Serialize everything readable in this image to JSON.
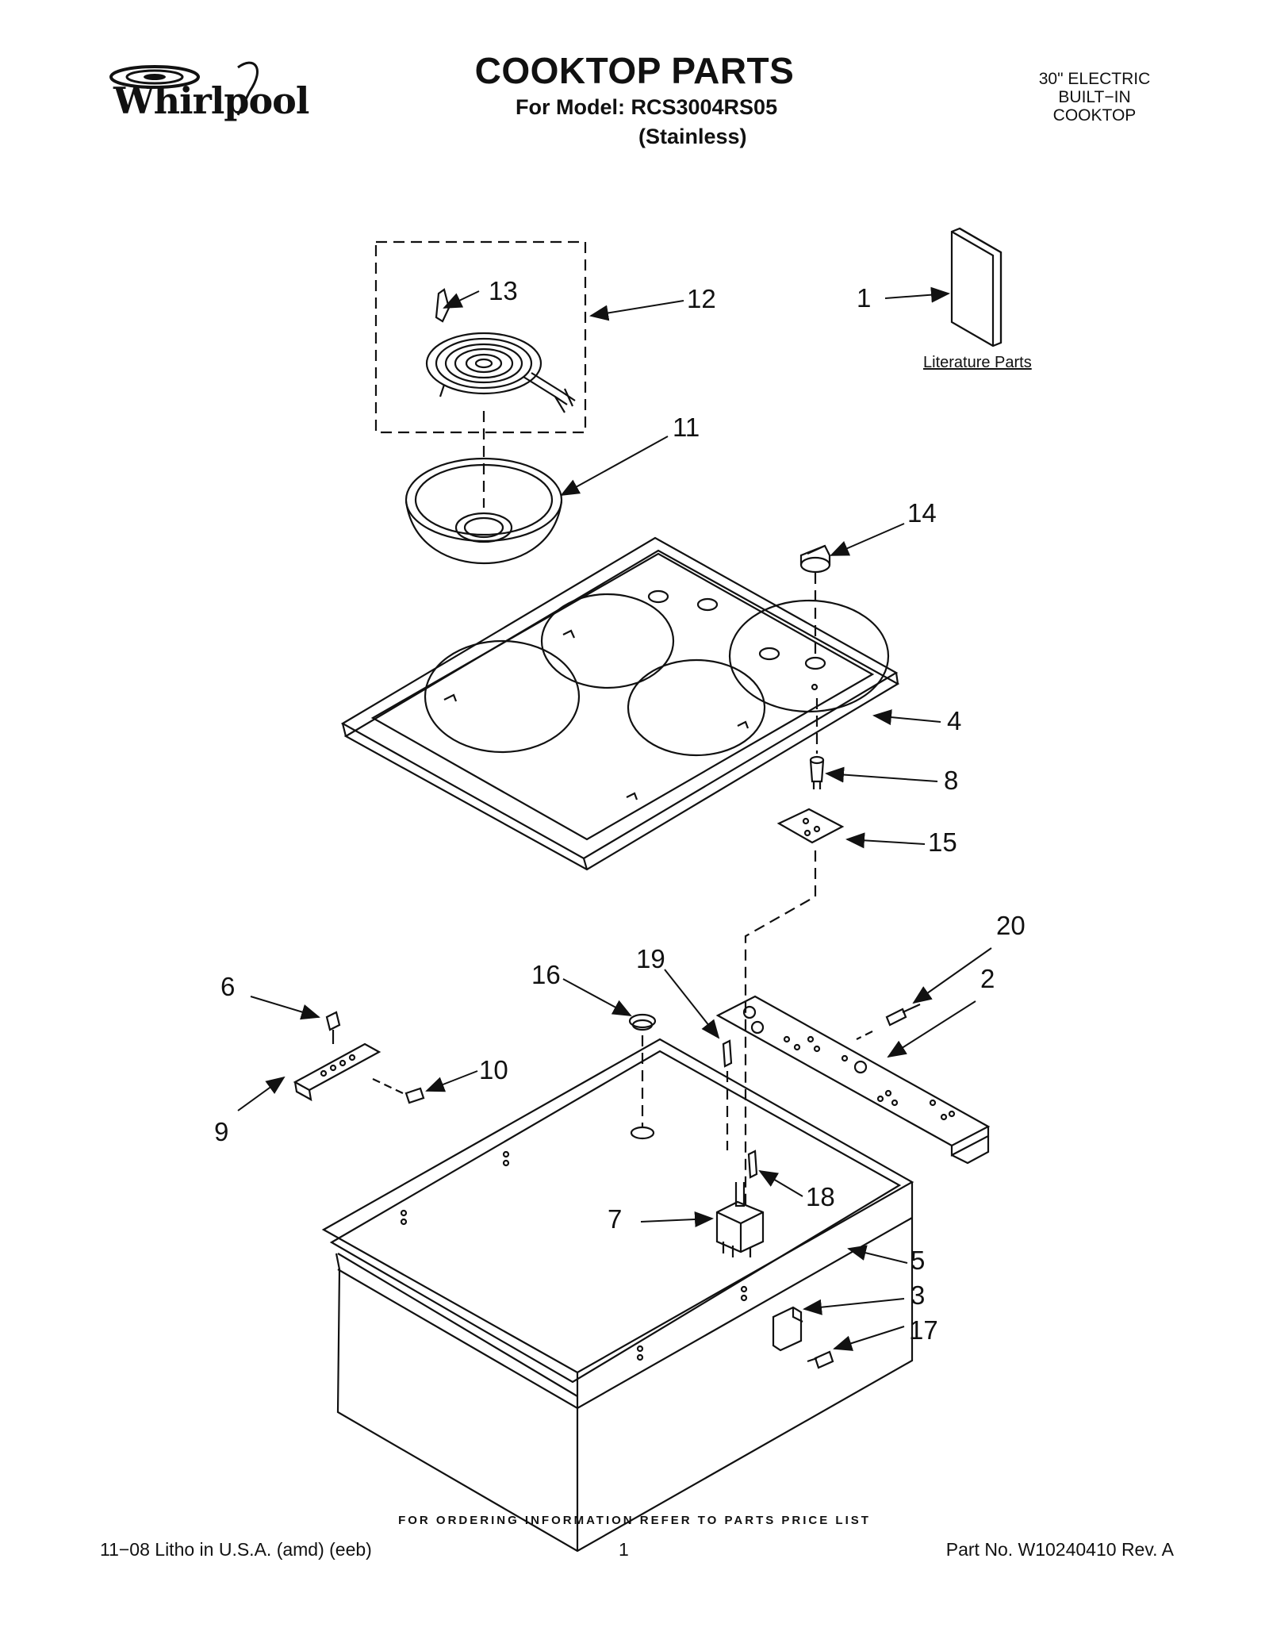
{
  "header": {
    "brand": "Whirlpool",
    "title": "COOKTOP PARTS",
    "model_line": "For Model: RCS3004RS05",
    "finish": "(Stainless)",
    "product_type": [
      "30\" ELECTRIC",
      "BUILT−IN",
      "COOKTOP"
    ]
  },
  "diagram": {
    "literature_label": "Literature Parts",
    "callouts": [
      "1",
      "2",
      "3",
      "4",
      "5",
      "6",
      "7",
      "8",
      "9",
      "10",
      "11",
      "12",
      "13",
      "14",
      "15",
      "16",
      "17",
      "18",
      "19",
      "20"
    ]
  },
  "footer": {
    "ordering_note": "FOR ORDERING INFORMATION REFER TO PARTS PRICE LIST",
    "litho": "11−08 Litho in U.S.A. (amd) (eeb)",
    "page": "1",
    "part_no": "Part No. W10240410 Rev. A"
  }
}
